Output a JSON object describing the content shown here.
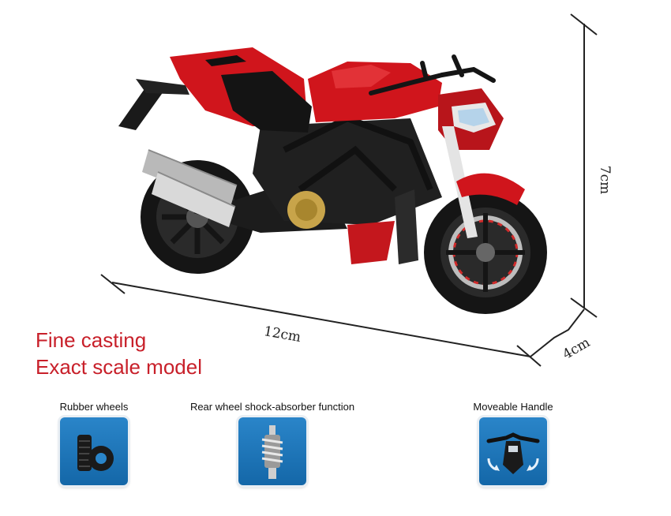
{
  "dimensions": {
    "length": "12cm",
    "height": "7cm",
    "width": "4cm"
  },
  "headline": {
    "line1": "Fine casting",
    "line2": "Exact scale model"
  },
  "features": [
    {
      "label": "Rubber wheels",
      "icon": "tire-icon"
    },
    {
      "label": "Rear wheel shock-absorber function",
      "icon": "shock-absorber-icon"
    },
    {
      "label": "Moveable Handle",
      "icon": "handlebar-rotate-icon"
    }
  ],
  "colors": {
    "headline": "#c8202a",
    "bike_body": "#d0151c",
    "tile": "#1c74b8"
  }
}
